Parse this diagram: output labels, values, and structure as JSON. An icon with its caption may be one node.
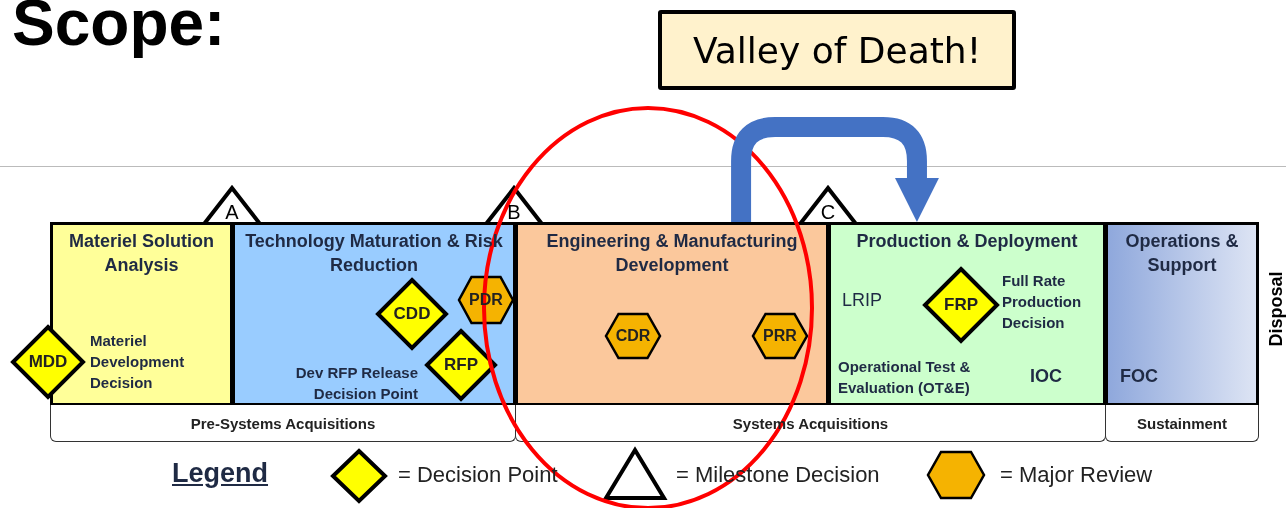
{
  "diagram": {
    "title": "Scope:",
    "nodes": [
      {
        "text": [
          "Valley of Death!"
        ]
      },
      {
        "text": [
          "A"
        ]
      },
      {
        "text": [
          "B"
        ]
      },
      {
        "text": [
          "C"
        ]
      },
      {
        "text": [
          "Materiel Solution Analysis"
        ]
      },
      {
        "text": [
          "Technology Maturation & Risk Reduction"
        ]
      },
      {
        "text": [
          "Engineering & Manufacturing Development"
        ]
      },
      {
        "text": [
          "Production & Deployment"
        ]
      },
      {
        "text": [
          "Operations & Support"
        ]
      },
      {
        "text": [
          "MDD"
        ],
        "beside": [
          "Materiel Development Decision"
        ]
      },
      {
        "text": [
          "CDD"
        ],
        "in": 5
      },
      {
        "text": [
          "PDR"
        ],
        "in": 5
      },
      {
        "text": [
          "RFP"
        ],
        "in": 5,
        "beside": [
          "Dev RFP Release Decision Point"
        ]
      },
      {
        "text": [
          "CDR"
        ],
        "in": 6
      },
      {
        "text": [
          "PRR"
        ],
        "in": 6
      },
      {
        "text": [
          "FRP"
        ],
        "in": 7,
        "beside": [
          "Full Rate Production Decision"
        ]
      },
      {
        "text": [
          "Pre-Systems Acquisitions"
        ]
      },
      {
        "text": [
          "Systems Acquisitions"
        ]
      },
      {
        "text": [
          "Sustainment"
        ]
      }
    ],
    "edges": [
      {
        "from": 6,
        "to": 7,
        "arrow": "to",
        "color": "#4472c4"
      }
    ],
    "labels": [
      "LRIP",
      "Operational Test & Evaluation (OT&E)",
      "IOC",
      "FOC",
      "Disposal",
      "Legend"
    ],
    "legend": [
      {
        "text": "= Decision Point"
      },
      {
        "text": "= Milestone Decision"
      },
      {
        "text": "= Major Review"
      }
    ]
  }
}
